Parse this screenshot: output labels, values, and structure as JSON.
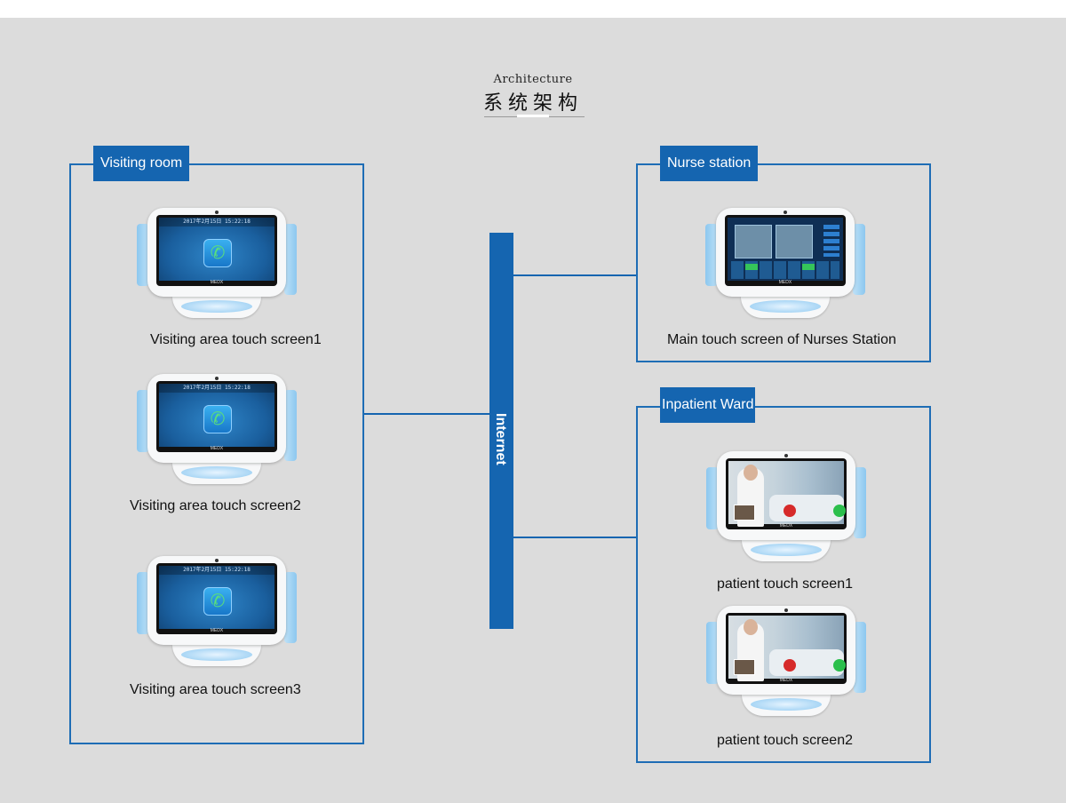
{
  "heading": {
    "english": "Architecture",
    "chinese": "系统架构"
  },
  "backbone": {
    "label": "Internet"
  },
  "groups": {
    "visiting": {
      "title": "Visiting room",
      "devices": [
        {
          "caption": "Visiting area touch screen1",
          "screen": "call",
          "status_text": "2017年2月15日  15:22:18"
        },
        {
          "caption": "Visiting area touch screen2",
          "screen": "call",
          "status_text": "2017年2月15日  15:22:18"
        },
        {
          "caption": "Visiting area touch screen3",
          "screen": "call",
          "status_text": "2017年2月15日  15:22:18"
        }
      ]
    },
    "nurse": {
      "title": "Nurse station",
      "devices": [
        {
          "caption": "Main touch screen of Nurses Station",
          "screen": "monitor"
        }
      ]
    },
    "ward": {
      "title": "Inpatient Ward",
      "devices": [
        {
          "caption": "patient touch screen1",
          "screen": "video-call"
        },
        {
          "caption": "patient touch screen2",
          "screen": "video-call"
        }
      ]
    }
  },
  "device_brand": "MEDX",
  "colors": {
    "accent": "#1565b0",
    "background": "#dcdcdc"
  }
}
